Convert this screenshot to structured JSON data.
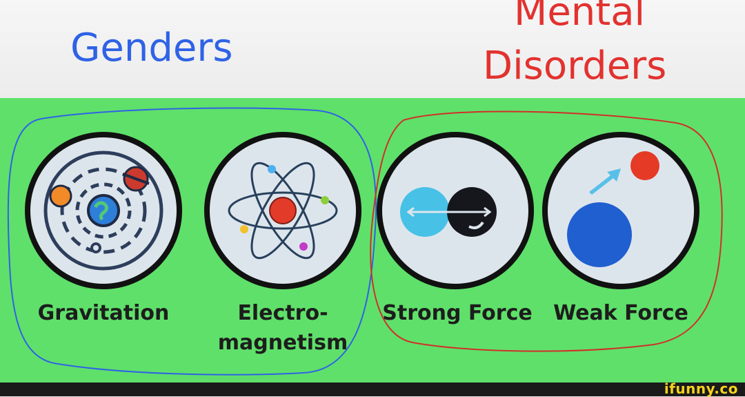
{
  "header": {
    "left_label": "Genders",
    "right_label_line1": "Mental",
    "right_label_line2": "Disorders"
  },
  "forces": [
    {
      "caption": "Gravitation",
      "icon": "gravitation-icon"
    },
    {
      "caption_line1": "Electro-",
      "caption_line2": "magnetism",
      "icon": "atom-icon"
    },
    {
      "caption": "Strong Force",
      "icon": "strong-force-icon"
    },
    {
      "caption": "Weak Force",
      "icon": "weak-force-icon"
    }
  ],
  "watermark": "ifunny.co",
  "colors": {
    "genders_blue": "#2f62e6",
    "disorders_red": "#e2322f",
    "panel_green": "#5fe06a",
    "circle_fill": "#dde5ec",
    "circle_stroke": "#111111"
  }
}
